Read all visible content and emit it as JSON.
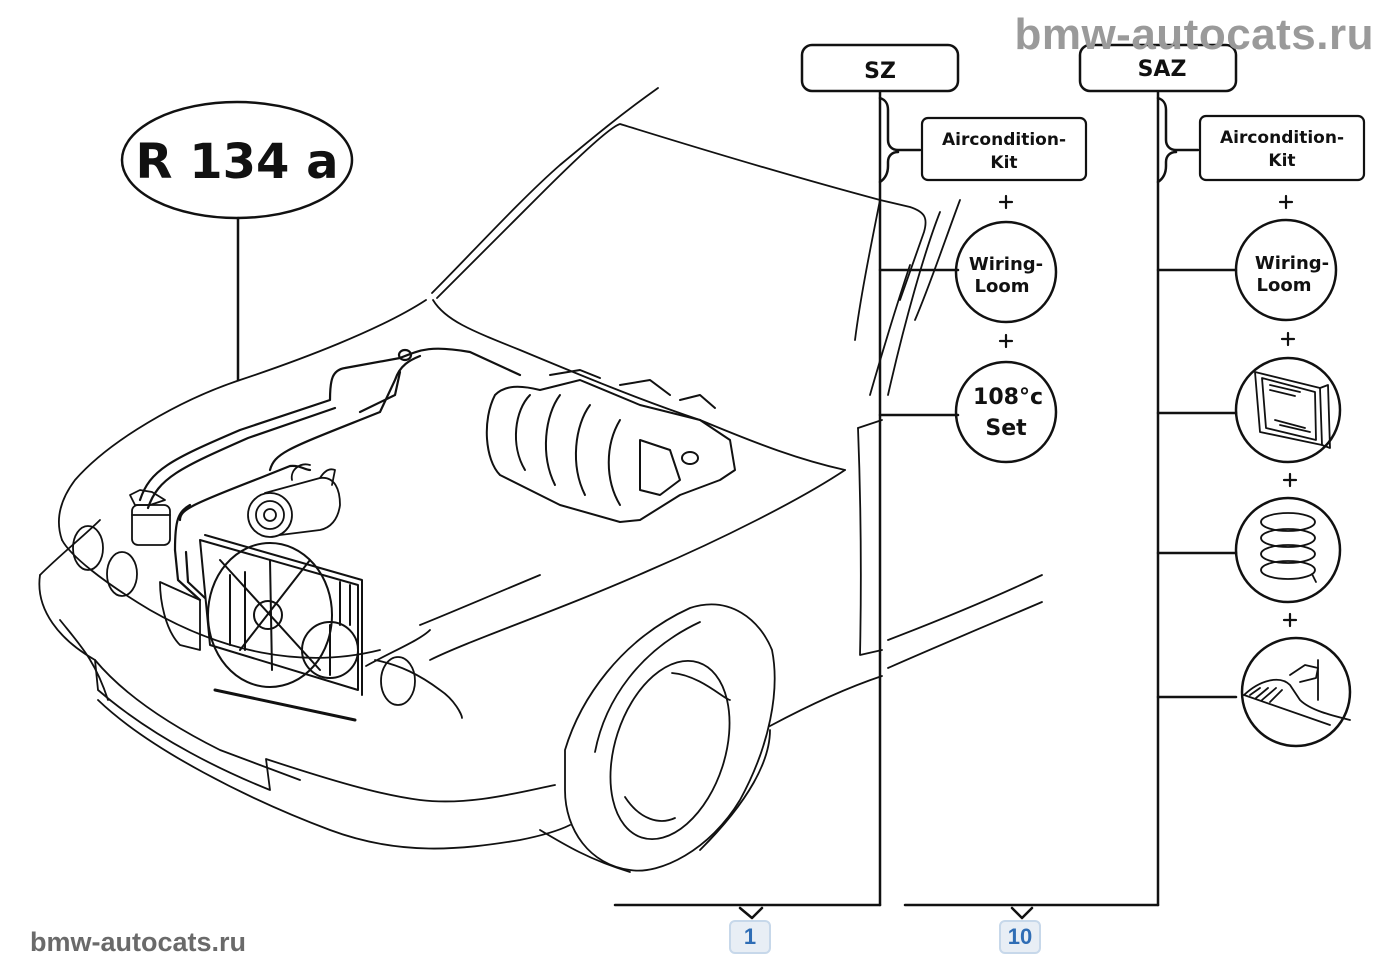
{
  "watermarks": {
    "top": "bmw-autocats.ru",
    "bottom": "bmw-autocats.ru"
  },
  "refrigerant": {
    "label": "R 134 a"
  },
  "columns": [
    {
      "id": "sz",
      "header": "SZ",
      "items": [
        {
          "type": "box",
          "line1": "Aircondition-",
          "line2": "Kit"
        },
        {
          "type": "circle-text",
          "line1": "Wiring-",
          "line2": "Loom"
        },
        {
          "type": "circle-text",
          "line1": "108°c",
          "line2": "Set"
        }
      ],
      "plus_signs": [
        "+",
        "+"
      ],
      "ref_number": "1"
    },
    {
      "id": "saz",
      "header": "SAZ",
      "items": [
        {
          "type": "box",
          "line1": "Aircondition-",
          "line2": "Kit"
        },
        {
          "type": "circle-text",
          "line1": "Wiring-",
          "line2": "Loom"
        },
        {
          "type": "circle-icon",
          "icon": "condenser-radiator-icon"
        },
        {
          "type": "circle-icon",
          "icon": "coil-spring-icon"
        },
        {
          "type": "circle-icon",
          "icon": "interior-console-icon"
        }
      ],
      "plus_signs": [
        "+",
        "+",
        "+",
        "+"
      ],
      "ref_number": "10"
    }
  ],
  "illustration": {
    "subject": "car-front-ac-system-icon",
    "components": [
      "condenser",
      "cooling-fan",
      "compressor",
      "receiver-drier",
      "evaporator-housing",
      "refrigerant-lines"
    ]
  },
  "colors": {
    "ink": "#111111",
    "watermark": "#9a9a9a",
    "badge_bg": "#e8eef5",
    "badge_border": "#c7d8ea",
    "badge_text": "#2f6db5"
  }
}
